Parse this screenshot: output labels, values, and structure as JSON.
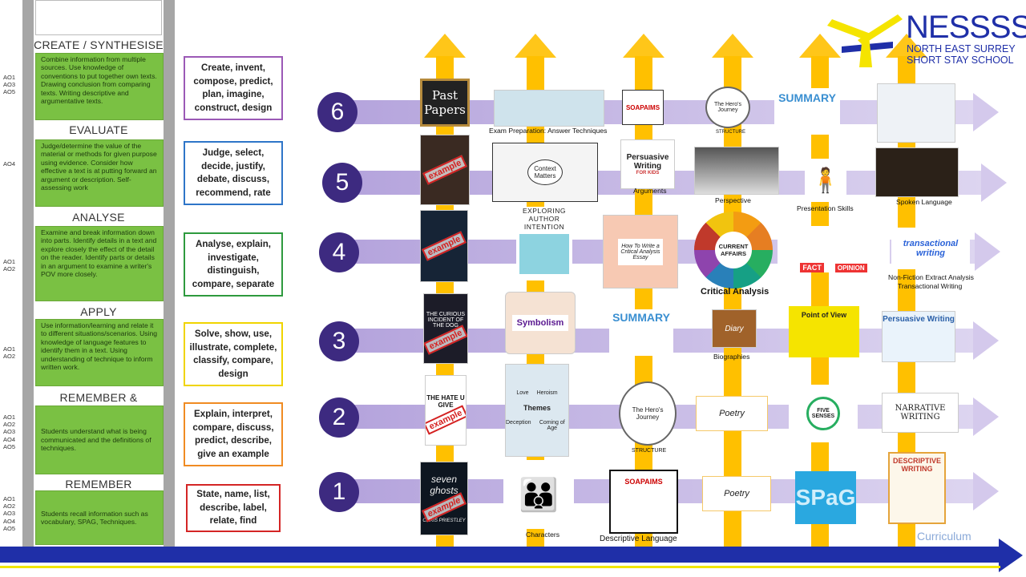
{
  "logo": {
    "title": "NESSSS",
    "line1": "NORTH EAST SURREY",
    "line2": "SHORT STAY SCHOOL"
  },
  "levels": [
    {
      "title": "CREATE / SYNTHESISE",
      "desc": "Combine information from multiple sources. Use knowledge of conventions to put together own texts. Drawing conclusion from comparing texts. Writing descriptive and argumentative texts.",
      "ao": "AO1\nAO3\nAO5",
      "verbs": "Create, invent, compose, predict, plan, imagine, construct, design"
    },
    {
      "title": "EVALUATE",
      "desc": "Judge/determine the value of the material or methods for given purpose using evidence. Consider how effective a text is at putting forward an argument or description. Self-assessing work",
      "ao": "AO4",
      "verbs": "Judge, select, decide, justify, debate, discuss, recommend, rate"
    },
    {
      "title": "ANALYSE",
      "desc": "Examine and break information down into parts. Identify details in a text and explore closely the effect of the detail on the reader. Identify parts or details in an argument to examine a writer's POV more closely.",
      "ao": "AO1\nAO2",
      "verbs": "Analyse, explain, investigate, distinguish, compare, separate"
    },
    {
      "title": "APPLY",
      "desc": "Use information/learning and relate it to different situations/scenarios. Using knowledge of language features to identify them in a text. Using understanding of technique to inform written work.",
      "ao": "AO1\nAO2",
      "verbs": "Solve, show, use, illustrate, complete, classify, compare, design"
    },
    {
      "title": "REMEMBER & UNDERSTAND",
      "desc": "Students understand what is being communicated and the definitions of techniques.",
      "ao": "AO1\nAO2\nAO3\nAO4\nAO5",
      "verbs": "Explain, interpret, compare, discuss, predict, describe, give an example"
    },
    {
      "title": "REMEMBER",
      "desc": "Students recall information such as vocabulary, SPAG, Techniques.",
      "ao": "AO1\nAO2\nAO3\nAO4\nAO5",
      "verbs": "State, name, list, describe, label, relate, find"
    }
  ],
  "rows": {
    "r6": "6",
    "r5": "5",
    "r4": "4",
    "r3": "3",
    "r2": "2",
    "r1": "1"
  },
  "tiles": {
    "past_papers": "Past Papers",
    "summary": "SUMMARY",
    "summary2": "SUMMARY",
    "context": "Context Matters",
    "persuasive_kids": "Persuasive Writing",
    "persuasive_kids_sub": "FOR KIDS",
    "exploring": "EXPLORING AUTHOR INTENTION",
    "critical_essay": "How To Write a Critical Analysis Essay",
    "current_affairs": "CURRENT AFFAIRS",
    "fact": "FACT",
    "opinion": "OPINION",
    "transactional": "transactional writing",
    "curious": "THE CURIOUS INCIDENT OF THE DOG",
    "symbolism": "Symbolism",
    "diary": "Diary",
    "pov": "Point of View",
    "persuasive": "Persuasive Writing",
    "hate": "THE HATE U GIVE",
    "themes": "Themes",
    "love": "Love",
    "heroism": "Heroism",
    "deception": "Deception",
    "coming": "Coming of Age",
    "heros": "The Hero's Journey",
    "heros2": "The Hero's Journey",
    "poetry": "Poetry",
    "poetry2": "Poetry",
    "senses": "FIVE SENSES",
    "narrative": "NARRATIVE WRITING",
    "seven": "seven ghosts",
    "chris": "CHRIS PRIESTLEY",
    "soapaims": "SOAPAIMS",
    "soapaims2": "SOAPAIMS",
    "spag": "SPaG",
    "descriptive": "DESCRIPTIVE WRITING",
    "example": "example"
  },
  "captions": {
    "exam": "Exam Preparation: Answer Techniques",
    "structure6": "STRUCTURE",
    "arguments": "Arguments",
    "perspective": "Perspective",
    "presentation": "Presentation Skills",
    "spoken": "Spoken Language",
    "critical": "Critical Analysis",
    "nonfiction": "Non-Fiction Extract Analysis",
    "transactional": "Transactional Writing",
    "biographies": "Biographies",
    "structure2": "STRUCTURE",
    "characters": "Characters",
    "descriptive": "Descriptive Language"
  },
  "curriculum": "Curriculum",
  "colors": {
    "create": "#9b59b6",
    "evaluate": "#2e75c8",
    "analyse": "#2e9a3e",
    "apply": "#f0d400",
    "remember_understand": "#f08b22",
    "remember": "#d42525",
    "yellow": "#ffc000",
    "purple": "#3d2a80",
    "blue": "#1f2fa8"
  }
}
